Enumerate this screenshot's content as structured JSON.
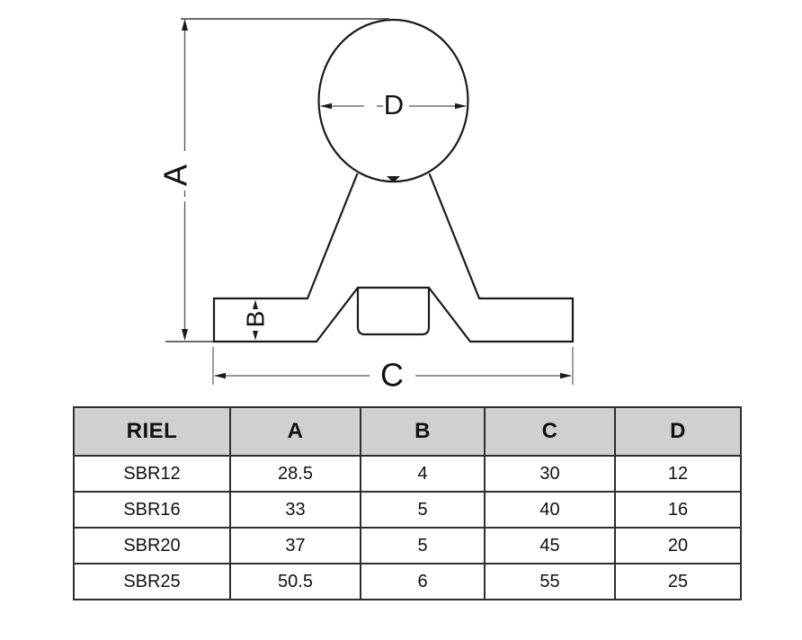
{
  "diagram": {
    "description": "Cross-section drawing of SBR supported linear rail with dimension callouts",
    "labels": {
      "a": "A",
      "b": "B",
      "c": "C",
      "d": "D"
    }
  },
  "table": {
    "columns": [
      "RIEL",
      "A",
      "B",
      "C",
      "D"
    ],
    "rows": [
      [
        "SBR12",
        "28.5",
        "4",
        "30",
        "12"
      ],
      [
        "SBR16",
        "33",
        "5",
        "40",
        "16"
      ],
      [
        "SBR20",
        "37",
        "5",
        "45",
        "20"
      ],
      [
        "SBR25",
        "50.5",
        "6",
        "55",
        "25"
      ]
    ]
  },
  "colors": {
    "background": "#ffffff",
    "shape_line": "#1c1c1c",
    "dimension_line": "#555555",
    "table_border": "#2e2e2e",
    "header_background": "#d0d0d0",
    "text": "#111111"
  }
}
